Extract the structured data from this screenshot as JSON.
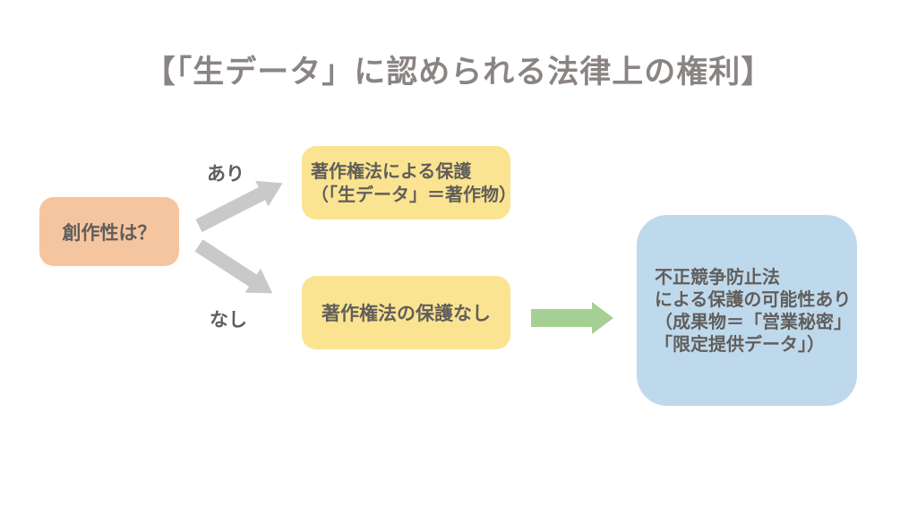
{
  "title": "【「生データ」に認められる法律上の権利】",
  "colors": {
    "background": "#ffffff",
    "title_text": "#8a8482",
    "node_text": "#615e5b",
    "pink": "#f5c5a0",
    "yellow": "#fbe491",
    "blue": "#bfd9ec",
    "gray_arrow": "#c9c9c9",
    "green_arrow": "#a6d093"
  },
  "nodes": {
    "question": {
      "label": "創作性は？"
    },
    "copyright_protected": {
      "line1": "著作権法による保護",
      "line2": "（「生データ」＝著作物）"
    },
    "copyright_none": {
      "label": "著作権法の保護なし"
    },
    "unfair_competition": {
      "line1": "不正競争防止法",
      "line2": "による保護の可能性あり",
      "line3": "（成果物＝「営業秘密」",
      "line4": "「限定提供データ」）"
    }
  },
  "edges": {
    "yes_label": "あり",
    "no_label": "なし"
  }
}
